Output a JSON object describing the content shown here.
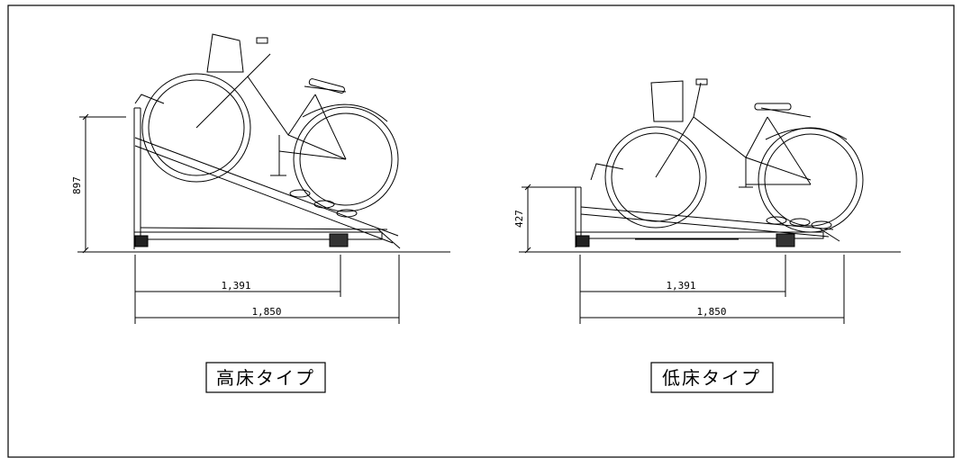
{
  "left_diagram": {
    "type_label": "高床タイプ",
    "height_dim": "897",
    "inner_width_dim": "1,391",
    "outer_width_dim": "1,850"
  },
  "right_diagram": {
    "type_label": "低床タイプ",
    "height_dim": "427",
    "inner_width_dim": "1,391",
    "outer_width_dim": "1,850"
  }
}
